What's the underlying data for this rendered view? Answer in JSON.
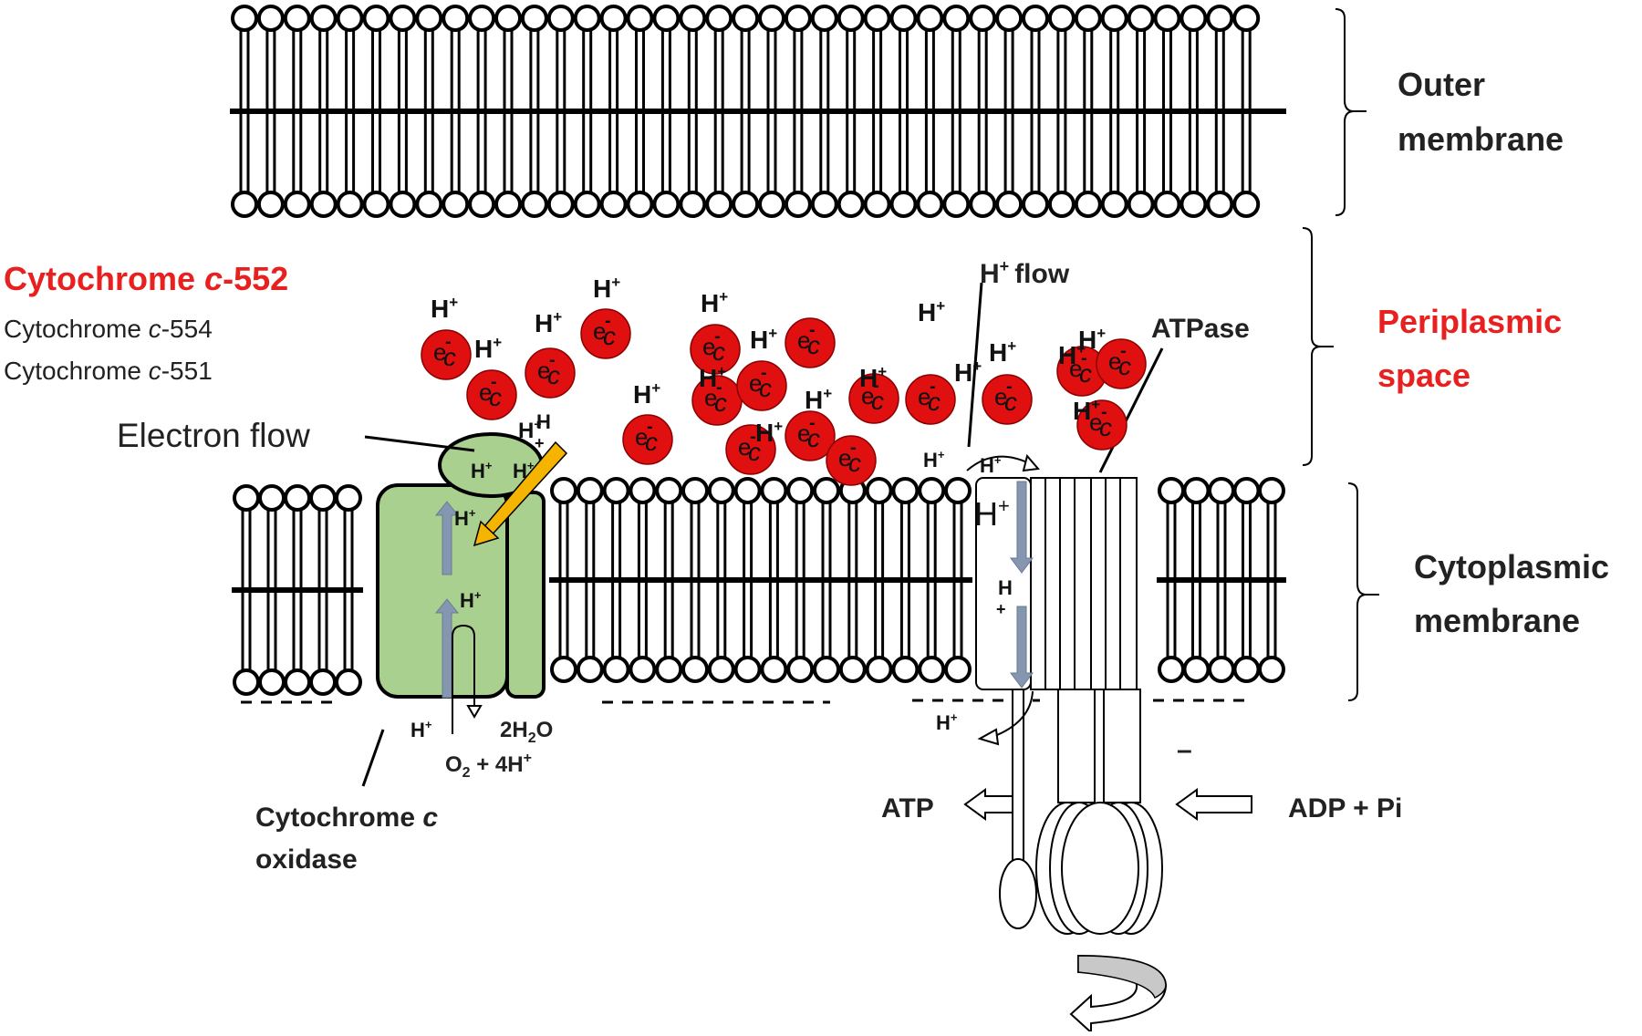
{
  "colors": {
    "accent_red": "#e8201f",
    "cytochrome_fill": "#e01010",
    "oxidase_fill": "#a9d08e",
    "electron_arrow": "#f5b400",
    "proton_arrow": "#8496b0",
    "rotation_arrow": "#c8c8c8"
  },
  "labels": {
    "outer_membrane": [
      "Outer",
      "membrane"
    ],
    "periplasmic_space": [
      "Periplasmic",
      "space"
    ],
    "cytoplasmic_membrane": [
      "Cytoplasmic",
      "membrane"
    ],
    "cyt_c552": [
      "Cytochrome ",
      "c",
      "-552"
    ],
    "cyt_c554": [
      "Cytochrome ",
      "c",
      "-554"
    ],
    "cyt_c551": [
      "Cytochrome ",
      "c",
      "-551"
    ],
    "electron_flow": "Electron flow",
    "h_flow": "flow",
    "atpase": "ATPase",
    "oxidase": [
      "Cytochrome ",
      "c",
      "oxidase"
    ],
    "atp": "ATP",
    "adp_pi": "ADP + Pi",
    "water": "2H",
    "water_tail": "O",
    "oxygen": "O",
    "oxygen_tail": " + 4H",
    "proton": "H",
    "plus": "+",
    "electron": "e",
    "minus": "-",
    "cyt_letter": "c",
    "two": "2",
    "dash": "–"
  }
}
